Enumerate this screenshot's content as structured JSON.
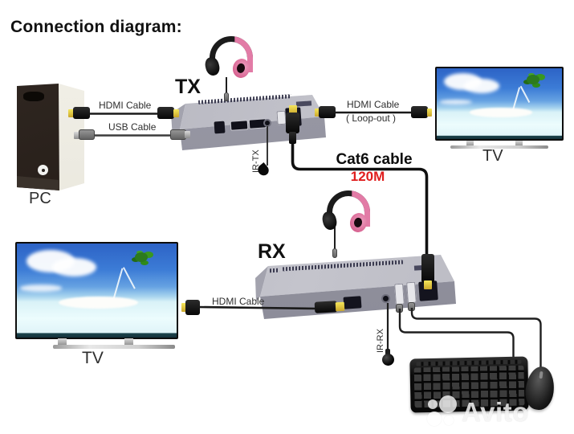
{
  "title": "Connection diagram:",
  "labels": {
    "pc": "PC",
    "tx": "TX",
    "rx": "RX",
    "tv_top": "TV",
    "tv_bottom": "TV",
    "ir_tx": "IR-TX",
    "ir_rx": "IR-RX"
  },
  "cables": {
    "pc_hdmi": "HDMI Cable",
    "pc_usb": "USB Cable",
    "loopout_line1": "HDMI Cable",
    "loopout_line2": "( Loop-out )",
    "cat6": "Cat6 cable",
    "cat6_distance": "120M",
    "rx_hdmi": "HDMI Cable"
  },
  "colors": {
    "distance_red": "#e01e1e",
    "hdmi_yellow": "#f0e13a",
    "device_gray_top": "#c3c3cb",
    "device_gray_front": "#9a9aa6",
    "headphone_pink": "#e27ba6"
  },
  "watermark": "Avito"
}
